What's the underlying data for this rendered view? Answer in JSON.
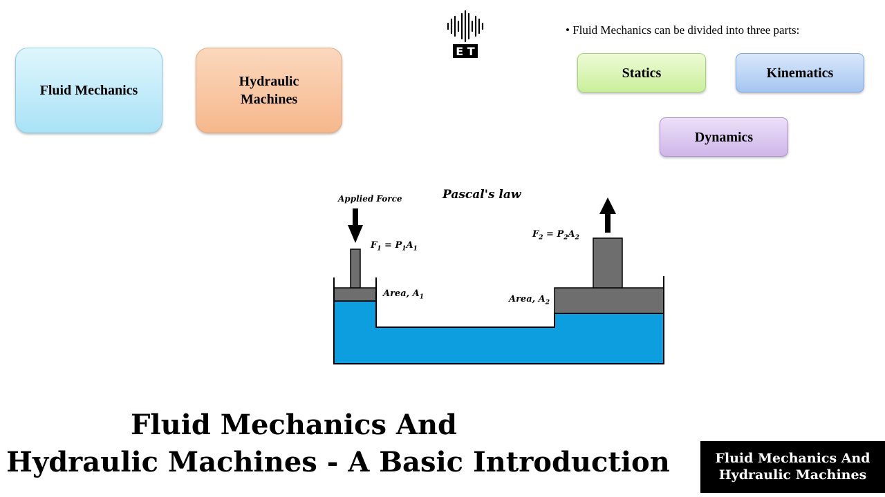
{
  "left_boxes": {
    "fluid_mechanics": "Fluid Mechanics",
    "hydraulic_machines": "Hydraulic Machines"
  },
  "logo": {
    "text": "E T"
  },
  "bullet": {
    "marker": "•",
    "text": "Fluid Mechanics can be divided into three parts:"
  },
  "parts": {
    "statics": "Statics",
    "kinematics": "Kinematics",
    "dynamics": "Dynamics"
  },
  "diagram": {
    "title": "Pascal's law",
    "applied_force": "Applied Force",
    "eq1": {
      "left": "F",
      "left_sub": "1",
      "mid": " = P",
      "mid_sub": "1",
      "right": "A",
      "right_sub": "1"
    },
    "eq2": {
      "left": "F",
      "left_sub": "2",
      "mid": " = P",
      "mid_sub": "2",
      "right": "A",
      "right_sub": "2"
    },
    "area1": {
      "text": "Area, A",
      "sub": "1"
    },
    "area2": {
      "text": "Area, A",
      "sub": "2"
    },
    "colors": {
      "fluid": "#0d9ee0",
      "piston": "#6e6e6e",
      "outline": "#000000"
    }
  },
  "title": {
    "line1": "Fluid Mechanics And",
    "line2": "Hydraulic Machines - A Basic Introduction"
  },
  "badge": {
    "line1": "Fluid Mechanics And",
    "line2": "Hydraulic Machines"
  }
}
